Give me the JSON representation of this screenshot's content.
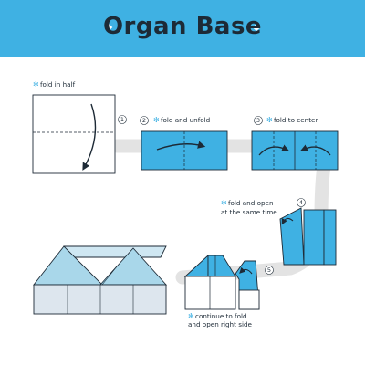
{
  "title": "Organ Base",
  "title_decoration": "diamond-dot",
  "colors": {
    "banner": "#3fb1e3",
    "paper_blue": "#3fb1e3",
    "paper_light": "#a9d7ea",
    "path_gray": "#e3e3e3",
    "ink": "#1d2a36",
    "accent": "#3fb1e3"
  },
  "steps": [
    {
      "number": "1",
      "label": "fold in half"
    },
    {
      "number": "2",
      "label": "fold and unfold"
    },
    {
      "number": "3",
      "label": "fold to center"
    },
    {
      "number": "4",
      "label_lines": [
        "fold and open",
        "at the same time"
      ]
    },
    {
      "number": "5",
      "label_lines": [
        "continue to fold",
        "and open right side"
      ]
    }
  ]
}
